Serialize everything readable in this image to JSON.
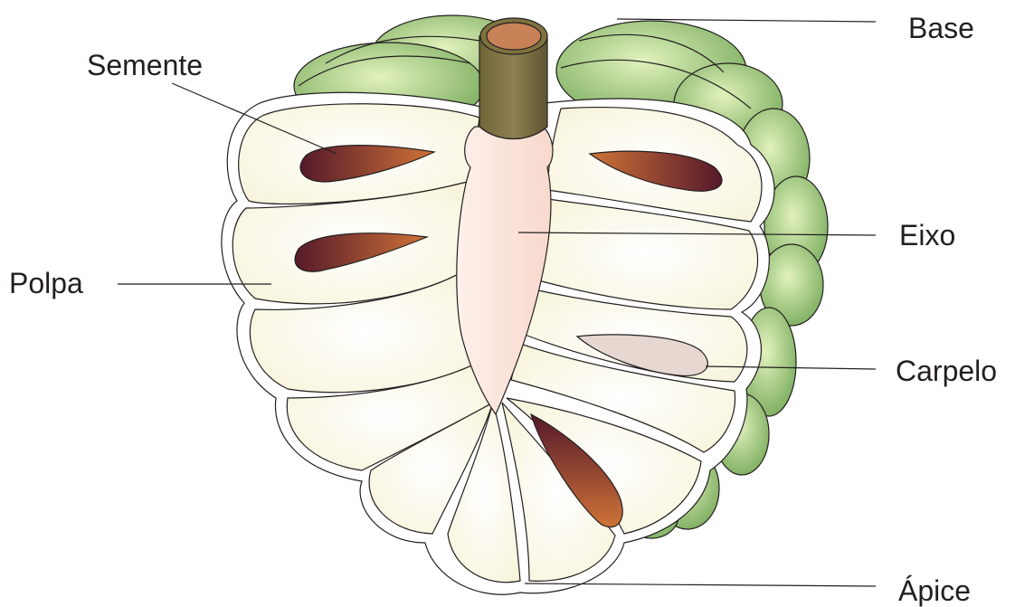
{
  "labels": {
    "base": "Base",
    "semente": "Semente",
    "eixo": "Eixo",
    "polpa": "Polpa",
    "carpelo": "Carpelo",
    "apice": "Ápice"
  },
  "colors": {
    "skin_light": "#d6ecb0",
    "skin_dark": "#6fa552",
    "pulp": "#fdfbe9",
    "axis": "#fbe3dc",
    "stem": "#8a7a4a",
    "stem_top": "#c98258",
    "seed_dark": "#5a1f27",
    "seed_light": "#c76a3a"
  }
}
